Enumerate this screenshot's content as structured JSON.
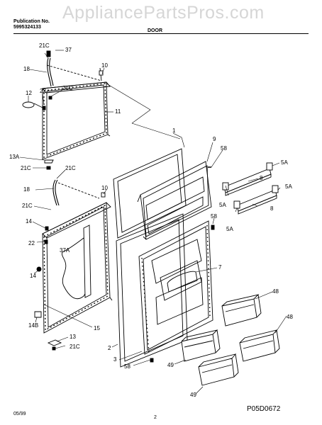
{
  "header": {
    "publication_label": "Publication No.",
    "publication_number": "5995324133",
    "watermark": "AppliancePartsPros.com",
    "section_title": "DOOR"
  },
  "footer": {
    "date": "05/99",
    "page": "2",
    "diagram_code": "P05D0672"
  },
  "callouts": {
    "c37": "37",
    "c21c_a": "21C",
    "c18_a": "18",
    "c10_a": "10",
    "c21c_b": "21C",
    "c22_a": "22",
    "c12": "12",
    "c11": "11",
    "c13a": "13A",
    "c21c_c": "21C",
    "c21c_d": "21C",
    "c18_b": "18",
    "c10_b": "10",
    "c21c_e": "21C",
    "c14_a": "14",
    "c22_b": "22",
    "c37a": "37A",
    "c14_b": "14",
    "c14b": "14B",
    "c15": "15",
    "c13": "13",
    "c21c_f": "21C",
    "c1": "1",
    "c9": "9",
    "c58_a": "58",
    "c5a_a": "5A",
    "c8_a": "8",
    "c5a_b": "5A",
    "c5a_c": "5A",
    "c8_b": "8",
    "c5a_d": "5A",
    "c58_b": "58",
    "c7": "7",
    "c2": "2",
    "c3": "3",
    "c58_c": "58",
    "c49_a": "49",
    "c48_a": "48",
    "c48_b": "48",
    "c49_b": "49"
  }
}
